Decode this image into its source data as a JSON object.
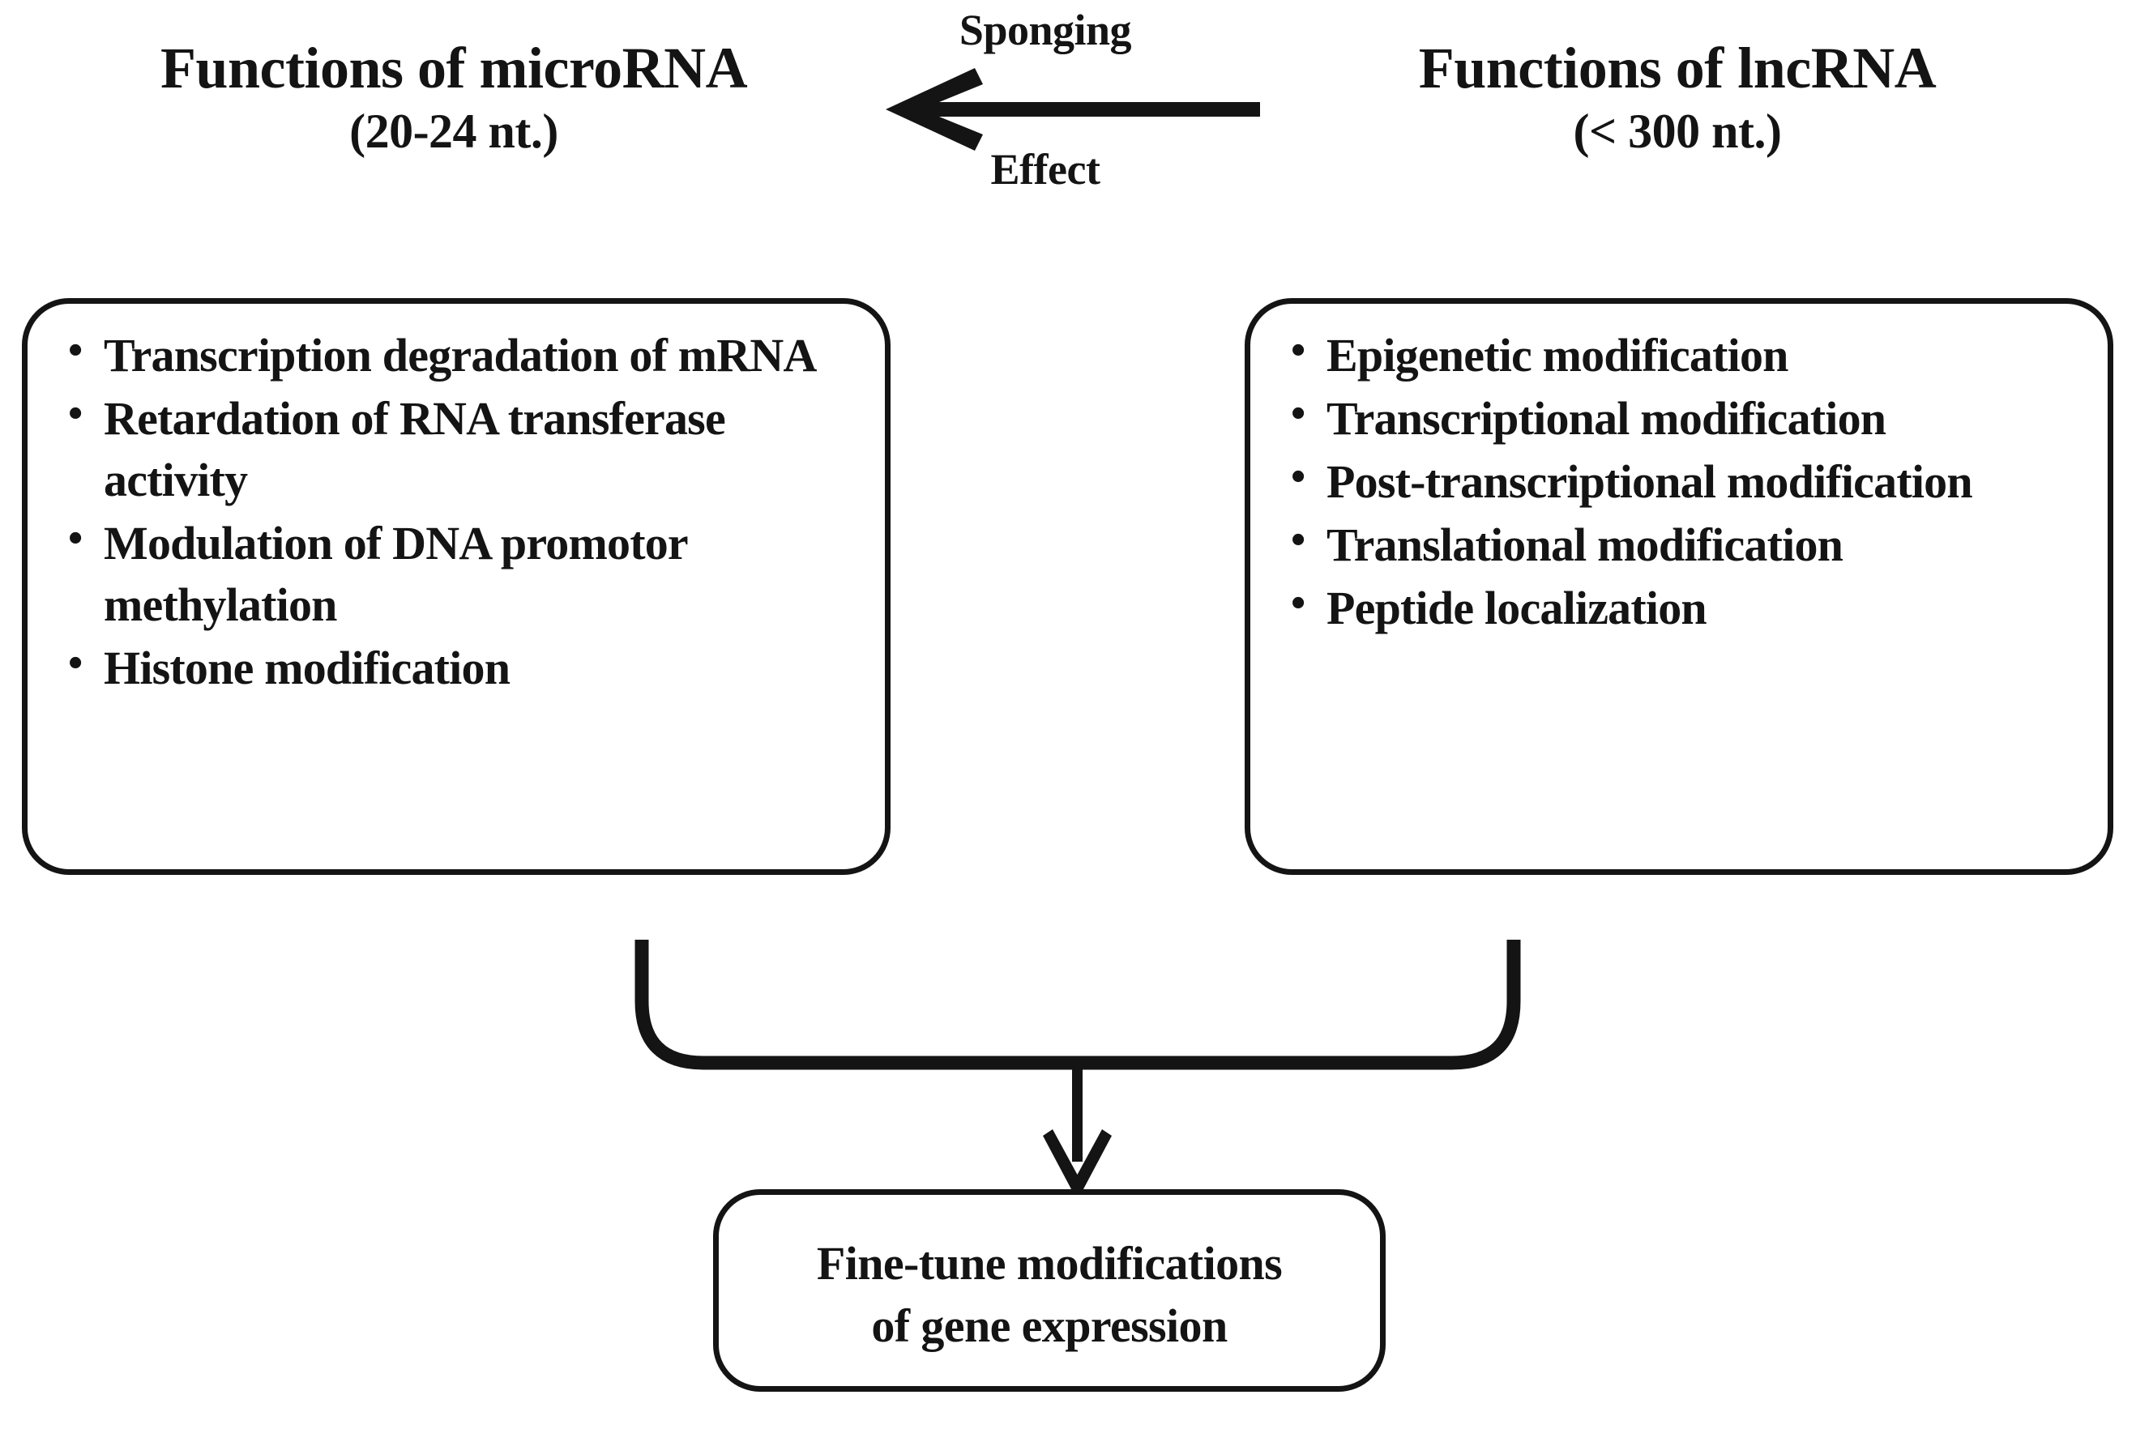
{
  "diagram": {
    "title_left": {
      "name": "Functions of microRNA",
      "size": "(20-24 nt.)"
    },
    "title_right": {
      "name": "Functions of lncRNA",
      "size": "(< 300 nt.)"
    },
    "relation_arrow": {
      "label_top": "Sponging",
      "label_bottom": "Effect",
      "direction": "right-to-left",
      "icon": "left-arrow-icon"
    },
    "microrna_functions": [
      "Transcription degradation of mRNA",
      "Retardation of RNA transferase activity",
      "Modulation of DNA promotor methylation",
      "Histone modification"
    ],
    "lncrna_functions": [
      "Epigenetic modification",
      "Transcriptional modification",
      "Post-transcriptional modification",
      "Translational modification",
      "Peptide localization"
    ],
    "outcome": {
      "line1": "Fine-tune modifications",
      "line2": "of gene expression"
    },
    "merge_connector": {
      "icon": "down-arrow-icon",
      "shape": "u-bracket-join"
    },
    "colors": {
      "stroke": "#141414",
      "background": "#ffffff",
      "text": "#141414"
    }
  }
}
